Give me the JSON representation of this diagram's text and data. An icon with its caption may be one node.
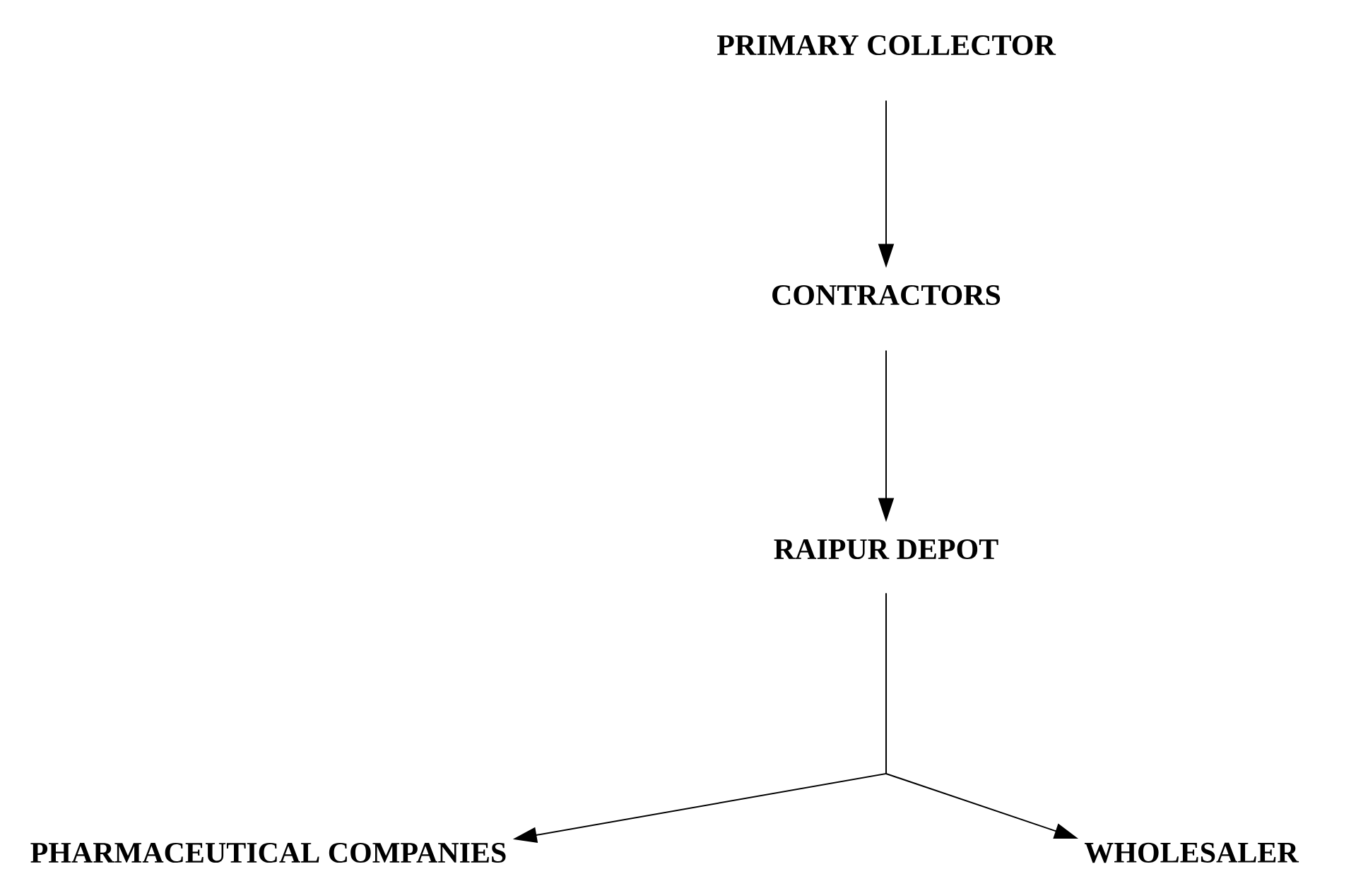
{
  "diagram": {
    "nodes": [
      {
        "text": [
          "PRIMARY COLLECTOR"
        ]
      },
      {
        "text": [
          "CONTRACTORS"
        ]
      },
      {
        "text": [
          "RAIPUR DEPOT"
        ]
      },
      {
        "text": [
          "PHARMACEUTICAL COMPANIES"
        ]
      },
      {
        "text": [
          "WHOLESALER"
        ]
      }
    ],
    "edges": [
      {
        "from": 0,
        "to": 1,
        "arrow": "to"
      },
      {
        "from": 1,
        "to": 2,
        "arrow": "to"
      },
      {
        "from": 2,
        "to": 3,
        "arrow": "to"
      },
      {
        "from": 2,
        "to": 4,
        "arrow": "to"
      }
    ]
  }
}
